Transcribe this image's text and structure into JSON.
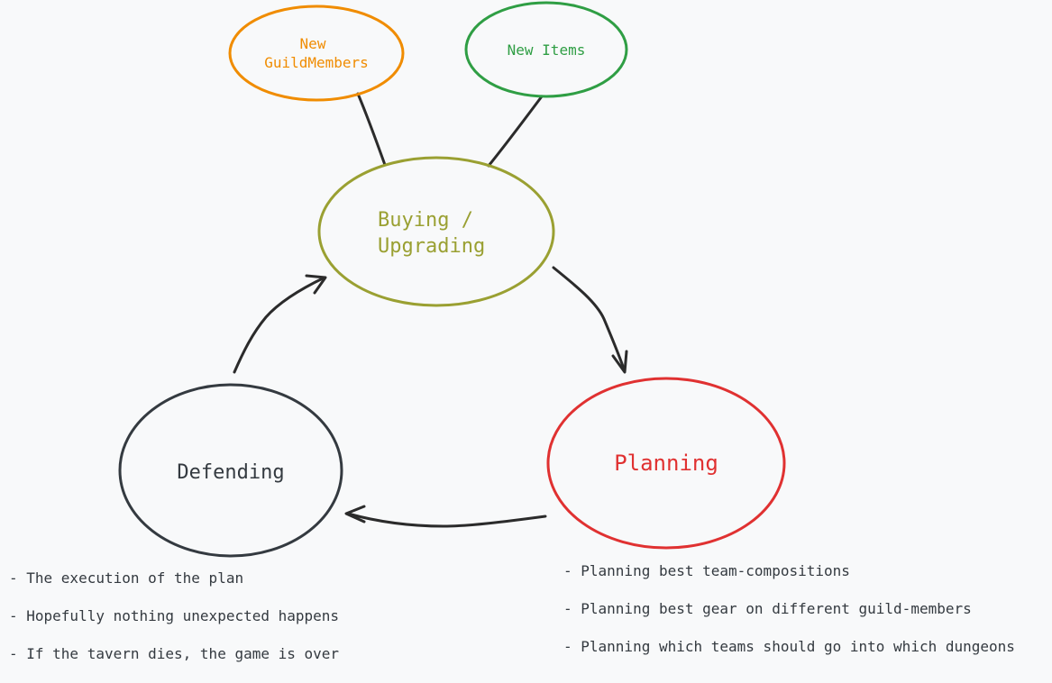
{
  "nodes": {
    "new_guild_members": {
      "line1": "New",
      "line2": "GuildMembers",
      "color": "#f08c00"
    },
    "new_items": {
      "label": "New Items",
      "color": "#2f9e44"
    },
    "buying": {
      "line1": "Buying /",
      "line2": "Upgrading",
      "color": "#9aa032"
    },
    "planning": {
      "label": "Planning",
      "color": "#e03131"
    },
    "defending": {
      "label": "Defending",
      "color": "#343a40"
    }
  },
  "notes": {
    "defending": [
      "- The execution of the plan",
      "- Hopefully nothing unexpected happens",
      "- If the tavern dies, the game is over"
    ],
    "planning": [
      "- Planning best team-compositions",
      "- Planning best gear on different guild-members",
      "- Planning which teams should go into which dungeons"
    ]
  }
}
